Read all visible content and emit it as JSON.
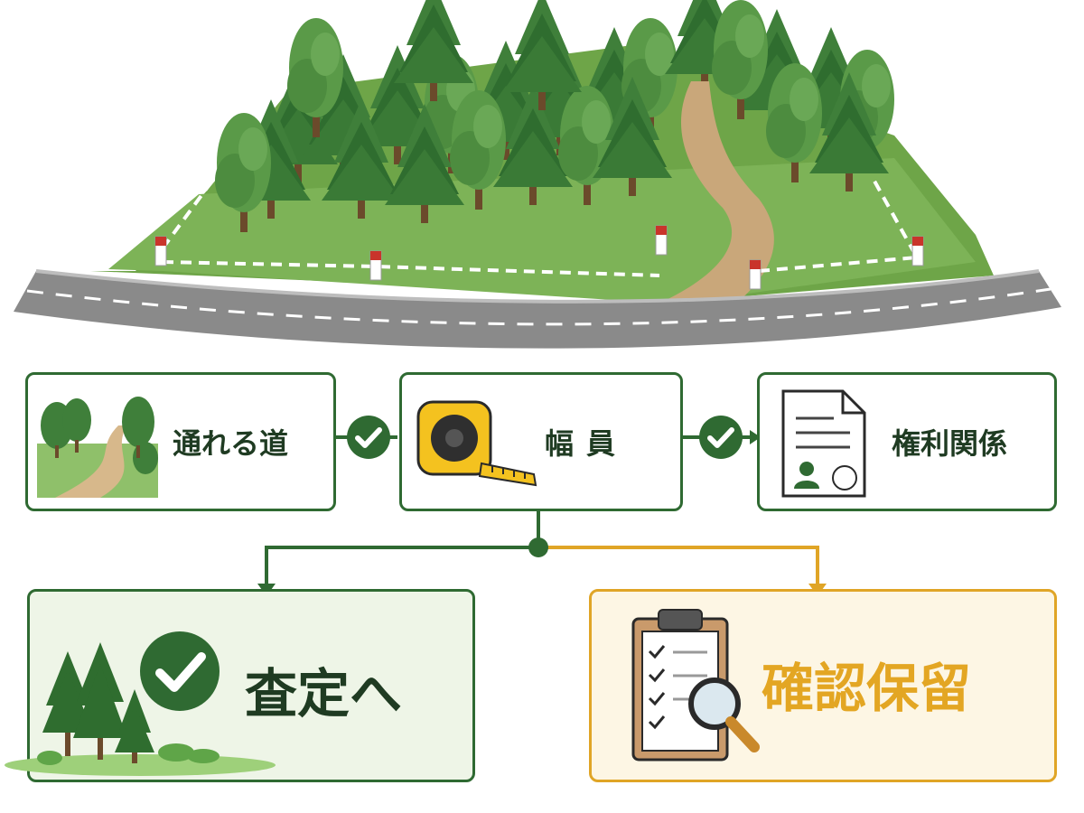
{
  "steps": [
    {
      "label": "通れる道"
    },
    {
      "label": "幅員"
    },
    {
      "label": "権利関係"
    }
  ],
  "outcomes": {
    "pass": {
      "label": "査定へ"
    },
    "hold": {
      "label": "確認保留"
    }
  },
  "colors": {
    "primary_green": "#2f6a32",
    "dark_green": "#1f3b22",
    "hold_gold": "#e0a526",
    "hold_text": "#e3a623",
    "pass_bg": "#eef5e7",
    "hold_bg": "#fdf6e4",
    "road": "#8a8a8a"
  },
  "icons": {
    "step1": "forest-path-icon",
    "step2": "tape-measure-icon",
    "step3": "ownership-document-icon",
    "connector": "check-circle-icon",
    "pass": "check-circle-icon",
    "hold": "clipboard-magnifier-icon"
  }
}
